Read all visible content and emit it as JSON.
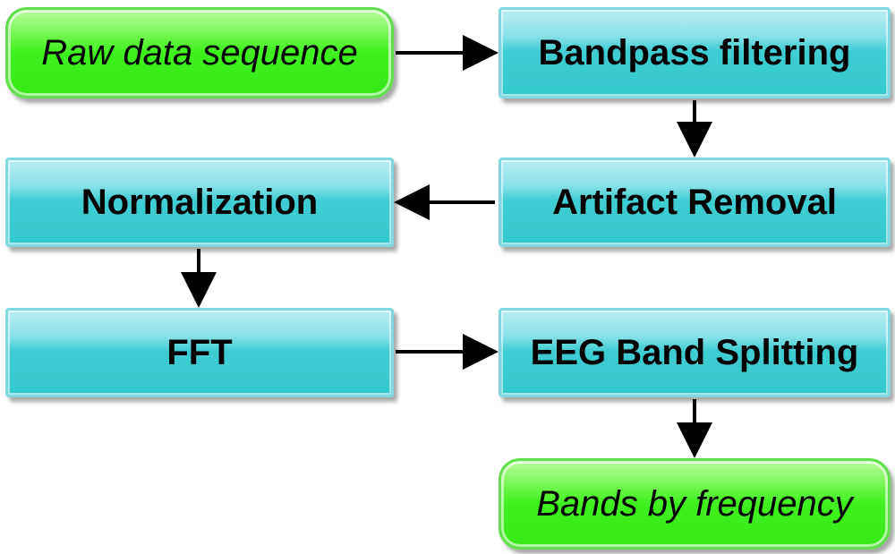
{
  "nodes": {
    "raw": "Raw data sequence",
    "bandpass": "Bandpass filtering",
    "artifact": "Artifact Removal",
    "normalization": "Normalization",
    "fft": "FFT",
    "eeg_split": "EEG Band Splitting",
    "bands": "Bands by frequency"
  },
  "colors": {
    "process_fill": "#35c9cc",
    "terminal_fill": "#3ff01e",
    "arrow": "#000000"
  },
  "edges": [
    [
      "raw",
      "bandpass"
    ],
    [
      "bandpass",
      "artifact"
    ],
    [
      "artifact",
      "normalization"
    ],
    [
      "normalization",
      "fft"
    ],
    [
      "fft",
      "eeg_split"
    ],
    [
      "eeg_split",
      "bands"
    ]
  ]
}
